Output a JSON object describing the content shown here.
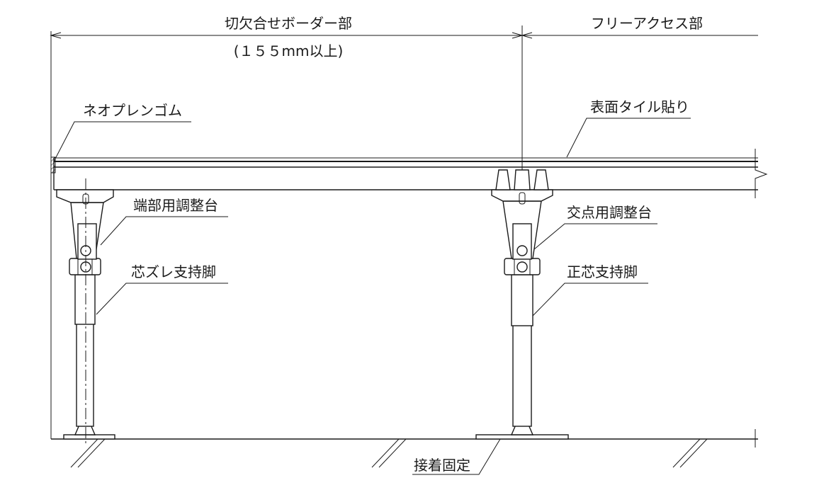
{
  "dimensions": {
    "notched_border": "切欠合せボーダー部",
    "notched_border_note": "(１５５mm以上)",
    "free_access": "フリーアクセス部"
  },
  "labels": {
    "neoprene": "ネオプレンゴム",
    "surface_tile": "表面タイル貼り",
    "edge_adjuster": "端部用調整台",
    "offset_pedestal": "芯ズレ支持脚",
    "junction_adjuster": "交点用調整台",
    "centered_pedestal": "正芯支持脚",
    "adhesive_fix": "接着固定"
  }
}
